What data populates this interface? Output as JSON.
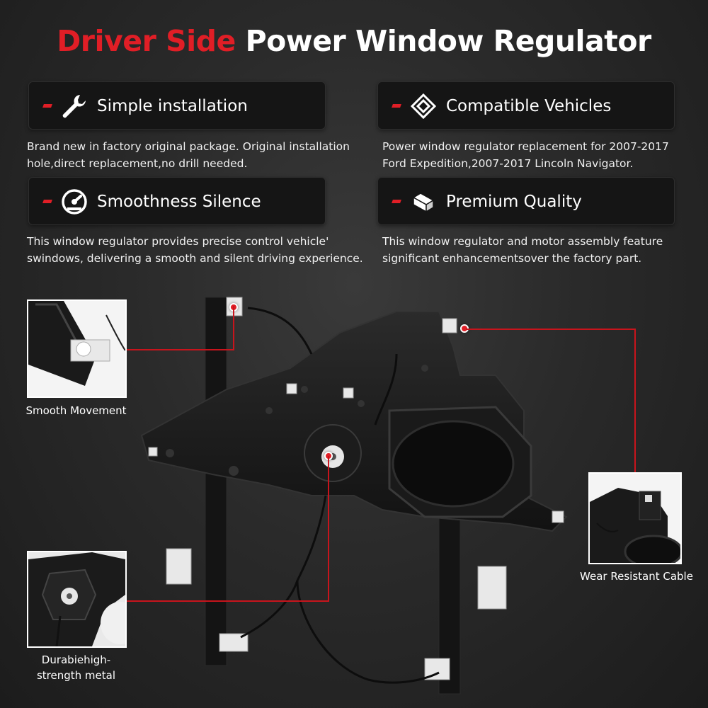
{
  "title": {
    "red": "Driver Side",
    "white": "Power Window Regulator"
  },
  "features": [
    {
      "label": "Simple installation",
      "icon": "wrench-icon",
      "desc": [
        "Brand new in factory original package. Original installation",
        "hole,direct replacement,no drill needed."
      ]
    },
    {
      "label": "Compatible Vehicles",
      "icon": "diamond-layers-icon",
      "desc": [
        "Power window regulator replacement for 2007-2017",
        "Ford Expedition,2007-2017 Lincoln Navigator."
      ]
    },
    {
      "label": "Smoothness Silence",
      "icon": "speedometer-icon",
      "desc": [
        "This window regulator provides precise control vehicle'",
        "swindows, delivering a smooth and silent driving  experience."
      ]
    },
    {
      "label": "Premium Quality",
      "icon": "metal-profile-icon",
      "desc": [
        "This window regulator and motor assembly feature",
        "significant enhancementsover the factory part."
      ]
    }
  ],
  "callouts": {
    "smooth": "Smooth  Movement",
    "cable": "Wear Resistant Cable",
    "metal_line1": "Durabiehigh-",
    "metal_line2": "strength metal"
  },
  "colors": {
    "accent": "#e01e26",
    "panel": "#151515",
    "background": "#2a2a2a"
  }
}
